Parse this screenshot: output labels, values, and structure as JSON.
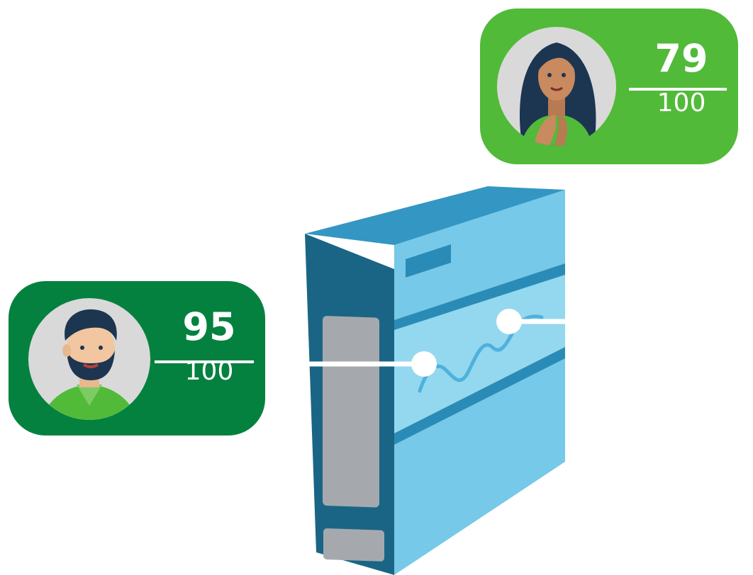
{
  "colors": {
    "card_dark_green": "#04813F",
    "card_light_green": "#52BA39",
    "avatar_bg": "#D9D9D9",
    "box_front": "#76C9E8",
    "box_spine": "#1A6585",
    "box_top": "#3496C2",
    "box_stripe": "#2A8CB6",
    "label_panel": "#A5A9AE",
    "connector": "#FFFFFF"
  },
  "cards": {
    "left": {
      "score": "95",
      "total": "100",
      "avatar": "bearded-man-avatar"
    },
    "right": {
      "score": "79",
      "total": "100",
      "avatar": "woman-avatar"
    }
  },
  "icons": {
    "main": "cardboard-box-icon",
    "signature": "signature-scribble-icon"
  }
}
